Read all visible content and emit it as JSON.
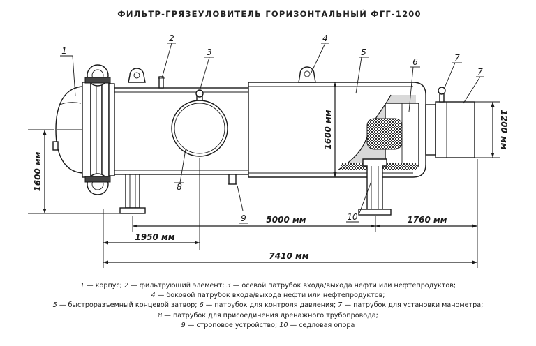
{
  "title": "ФИЛЬТР-ГРЯЗЕУЛОВИТЕЛЬ ГОРИЗОНТАЛЬНЫЙ ФГГ-1200",
  "dimensions": {
    "overall_length": "7410 мм",
    "body_length": "5000 мм",
    "nozzle_offset": "1950 мм",
    "outlet_length": "1760 мм",
    "height_left": "1600 мм",
    "body_diameter": "1600 мм",
    "nozzle_diameter": "1200 мм"
  },
  "callouts": [
    "1",
    "2",
    "3",
    "4",
    "5",
    "6",
    "7",
    "7",
    "8",
    "9",
    "10"
  ],
  "legend": [
    [
      {
        "num": "1",
        "text": " — корпус; "
      },
      {
        "num": "2",
        "text": " — фильтрующий элемент; "
      },
      {
        "num": "3",
        "text": " — осевой патрубок входа/выхода нефти или нефтепродуктов;"
      }
    ],
    [
      {
        "num": "4",
        "text": " — боковой патрубок входа/выхода нефти или нефтепродуктов;"
      }
    ],
    [
      {
        "num": "5",
        "text": " — быстроразъемный концевой затвор; "
      },
      {
        "num": "6",
        "text": " — патрубок для контроля давления; "
      },
      {
        "num": "7",
        "text": " — патрубок для установки манометра;"
      }
    ],
    [
      {
        "num": "8",
        "text": " — патрубок для присоединения дренажного трубопровода;"
      }
    ],
    [
      {
        "num": "9",
        "text": " — строповое устройство; "
      },
      {
        "num": "10",
        "text": " — седловая опора"
      }
    ]
  ]
}
